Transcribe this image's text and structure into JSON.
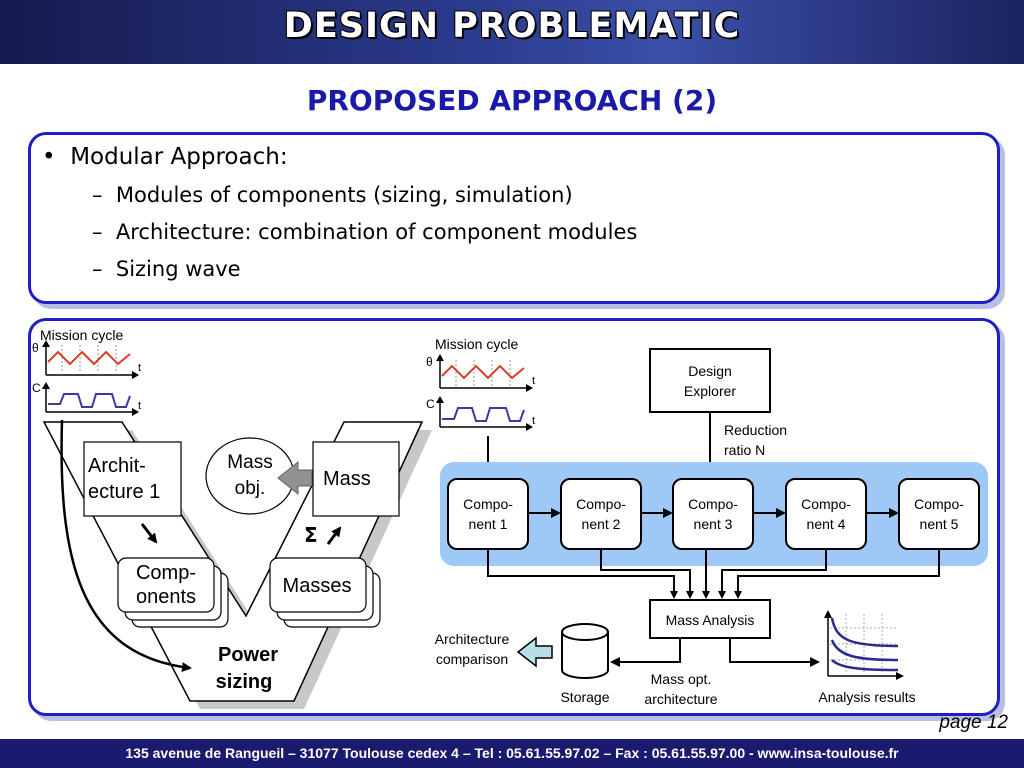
{
  "header": {
    "title": "DESIGN PROBLEMATIC"
  },
  "subtitle": "PROPOSED APPROACH (2)",
  "bullets": {
    "main": "Modular Approach:",
    "sub": [
      "Modules of components (sizing, simulation)",
      "Architecture: combination of component modules",
      "Sizing wave"
    ],
    "bullet_glyph": "•",
    "dash_glyph": "–"
  },
  "left_diagram": {
    "mission_cycle": "Mission cycle",
    "theta_label": "θ",
    "c_label": "C",
    "t_label": "t",
    "architecture": [
      "Archit-",
      "ecture 1"
    ],
    "mass_obj": [
      "Mass",
      "obj."
    ],
    "mass": "Mass",
    "components": [
      "Comp-",
      "onents"
    ],
    "masses": "Masses",
    "sigma": "Σ",
    "power_sizing": [
      "Power",
      "sizing"
    ]
  },
  "right_diagram": {
    "mission_cycle": "Mission cycle",
    "theta_label": "θ",
    "c_label": "C",
    "t_label": "t",
    "design_explorer": [
      "Design",
      "Explorer"
    ],
    "reduction_ratio": [
      "Reduction",
      "ratio N"
    ],
    "components": [
      [
        "Compo-",
        "nent 1"
      ],
      [
        "Compo-",
        "nent 2"
      ],
      [
        "Compo-",
        "nent 3"
      ],
      [
        "Compo-",
        "nent 4"
      ],
      [
        "Compo-",
        "nent 5"
      ]
    ],
    "mass_analysis": "Mass Analysis",
    "architecture_comparison": [
      "Architecture",
      "comparison"
    ],
    "storage": "Storage",
    "mass_opt": [
      "Mass opt.",
      "architecture"
    ],
    "analysis_results": "Analysis results"
  },
  "colors": {
    "banner": "#1c2360",
    "subtitle": "#1a1aa8",
    "panel_border": "#1e1ec8",
    "module_band": "#9ec8f5",
    "wave_red": "#e03a2a",
    "wave_blue": "#3a3aa0",
    "arrow_fill": "#b8dfe6",
    "curve_blue": "#2a2a90"
  },
  "page": "page 12",
  "footer": "135 avenue de Rangueil – 31077 Toulouse cedex 4 – Tel : 05.61.55.97.02 – Fax : 05.61.55.97.00 - www.insa-toulouse.fr"
}
